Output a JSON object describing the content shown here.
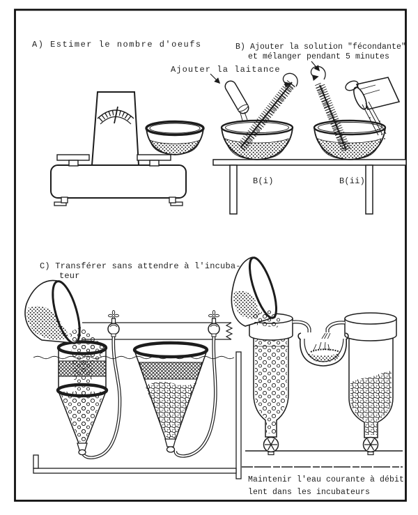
{
  "colors": {
    "ink": "#1c1c1c",
    "paper": "#ffffff"
  },
  "labels": {
    "step_a": "A)  Estimer le nombre d'oeufs",
    "step_b1": "B) Ajouter la solution \"fécondante\"",
    "step_b2": "et mélanger pendant 5 minutes",
    "add_milt": "Ajouter la laitance",
    "bowl_i": "B(i)",
    "bowl_ii": "B(ii)",
    "step_c1": "C) Transférer sans attendre à l'incuba-",
    "step_c2": "teur",
    "maintain1": "Maintenir l'eau courante à débit",
    "maintain2": "lent dans les incubateurs"
  }
}
